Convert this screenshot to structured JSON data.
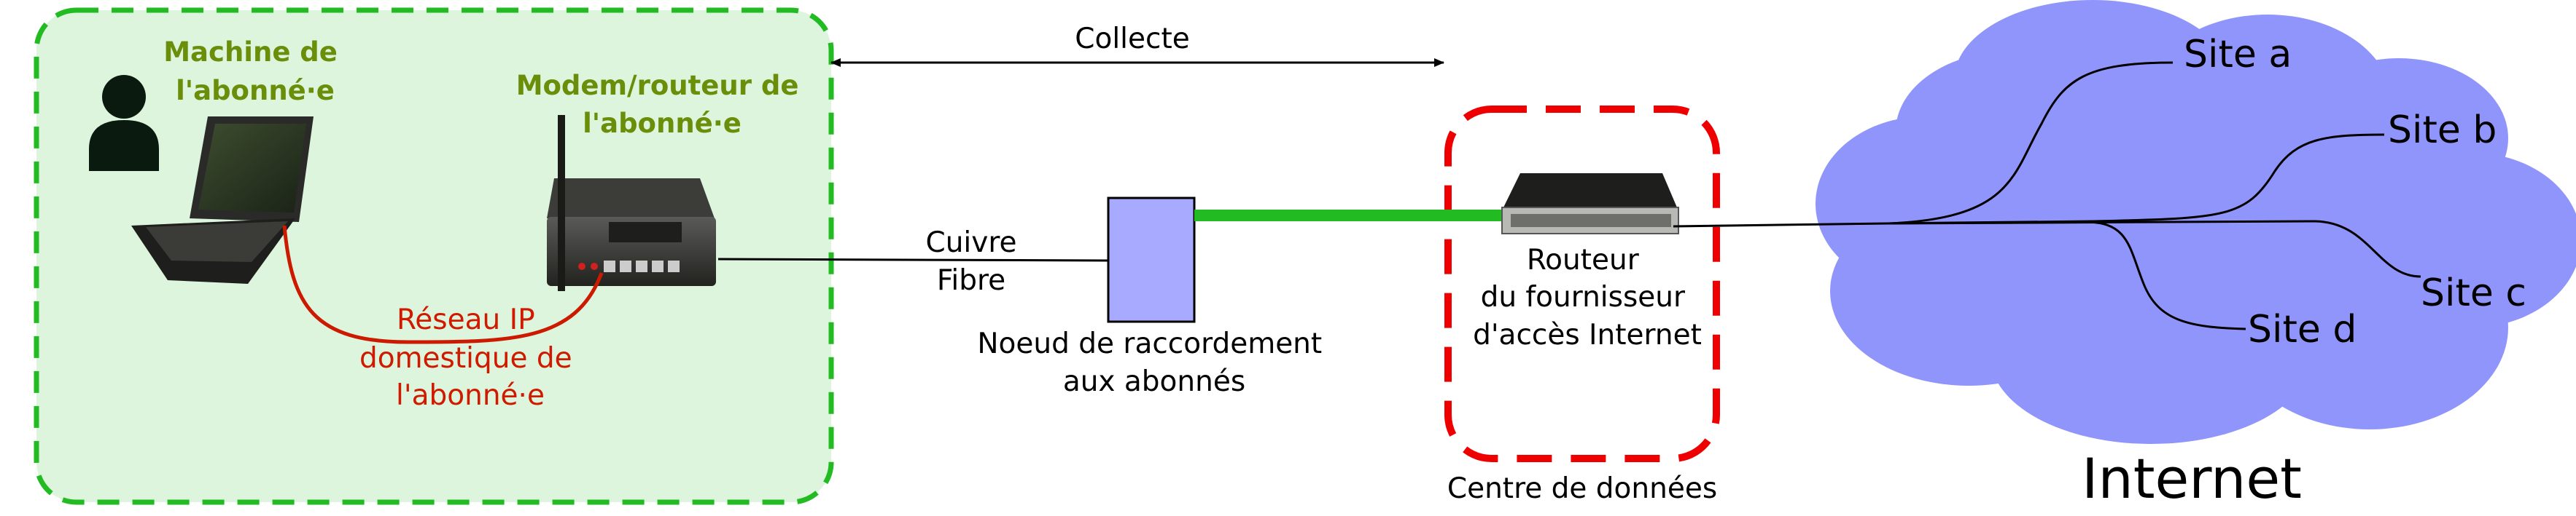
{
  "labels": {
    "subscriber_machine": [
      "Machine de",
      "l'abonné·e"
    ],
    "subscriber_modem": [
      "Modem/routeur de",
      "l'abonné·e"
    ],
    "home_network": [
      "Réseau IP",
      "domestique de",
      "l'abonné·e"
    ],
    "collect": "Collecte",
    "copper": "Cuivre",
    "fiber": "Fibre",
    "access_node": [
      "Noeud de raccordement",
      "aux abonnés"
    ],
    "isp_router": [
      "Routeur",
      "du fournisseur",
      "d'accès Internet"
    ],
    "datacenter": "Centre de données",
    "internet": "Internet",
    "sites": [
      "Site a",
      "Site b",
      "Site c",
      "Site d"
    ]
  },
  "colors": {
    "home_zone_fill": "#dcf5dc",
    "home_zone_border": "#22bb22",
    "datacenter_border": "#ee0000",
    "cloud_fill": "#9095fb",
    "access_node_fill": "#a8aaff",
    "fiber_link": "#22bb22",
    "home_network_link": "#cc1a00",
    "green_text": "#6b8e0a",
    "red_text": "#d01a00"
  },
  "icons": [
    "user-icon",
    "laptop-icon",
    "modem-icon",
    "switch-icon"
  ]
}
